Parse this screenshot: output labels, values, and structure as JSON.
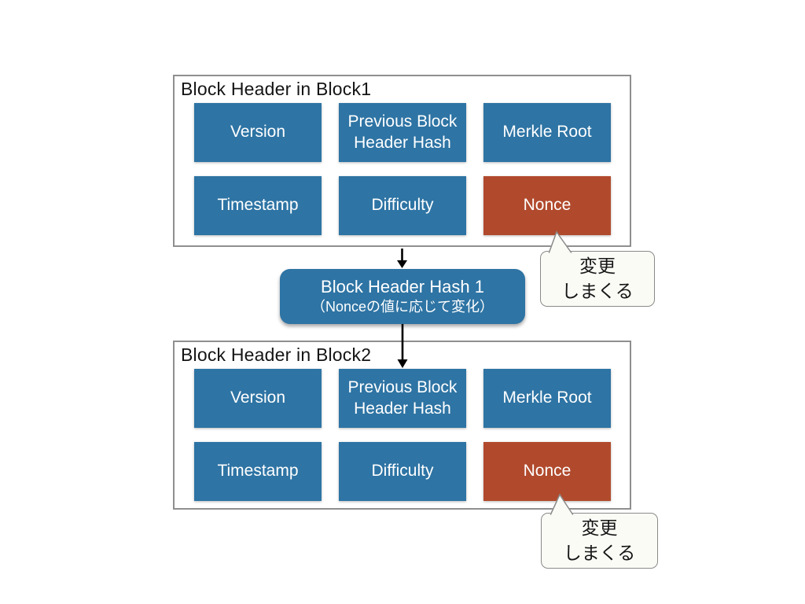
{
  "palette": {
    "field_blue": "#2e74a4",
    "nonce_red": "#b14a2d",
    "frame_border": "#8f8f8f",
    "callout_bg": "#fbfbf6",
    "callout_border": "#8a8a8a",
    "arrow_black": "#000000",
    "text_dark": "#141414",
    "text_light": "#ffffff"
  },
  "block1": {
    "title": "Block Header in Block1",
    "cells": [
      {
        "label": "Version"
      },
      {
        "label": "Previous Block Header Hash"
      },
      {
        "label": "Merkle Root"
      },
      {
        "label": "Timestamp"
      },
      {
        "label": "Difficulty"
      },
      {
        "label": "Nonce"
      }
    ]
  },
  "block2": {
    "title": "Block Header in Block2",
    "cells": [
      {
        "label": "Version"
      },
      {
        "label": "Previous Block Header Hash"
      },
      {
        "label": "Merkle Root"
      },
      {
        "label": "Timestamp"
      },
      {
        "label": "Difficulty"
      },
      {
        "label": "Nonce"
      }
    ]
  },
  "hash_node": {
    "title": "Block Header Hash 1",
    "subtitle": "（Nonceの値に応じて変化）"
  },
  "callout1": {
    "line1": "変更",
    "line2": "しまくる"
  },
  "callout2": {
    "line1": "変更",
    "line2": "しまくる"
  }
}
